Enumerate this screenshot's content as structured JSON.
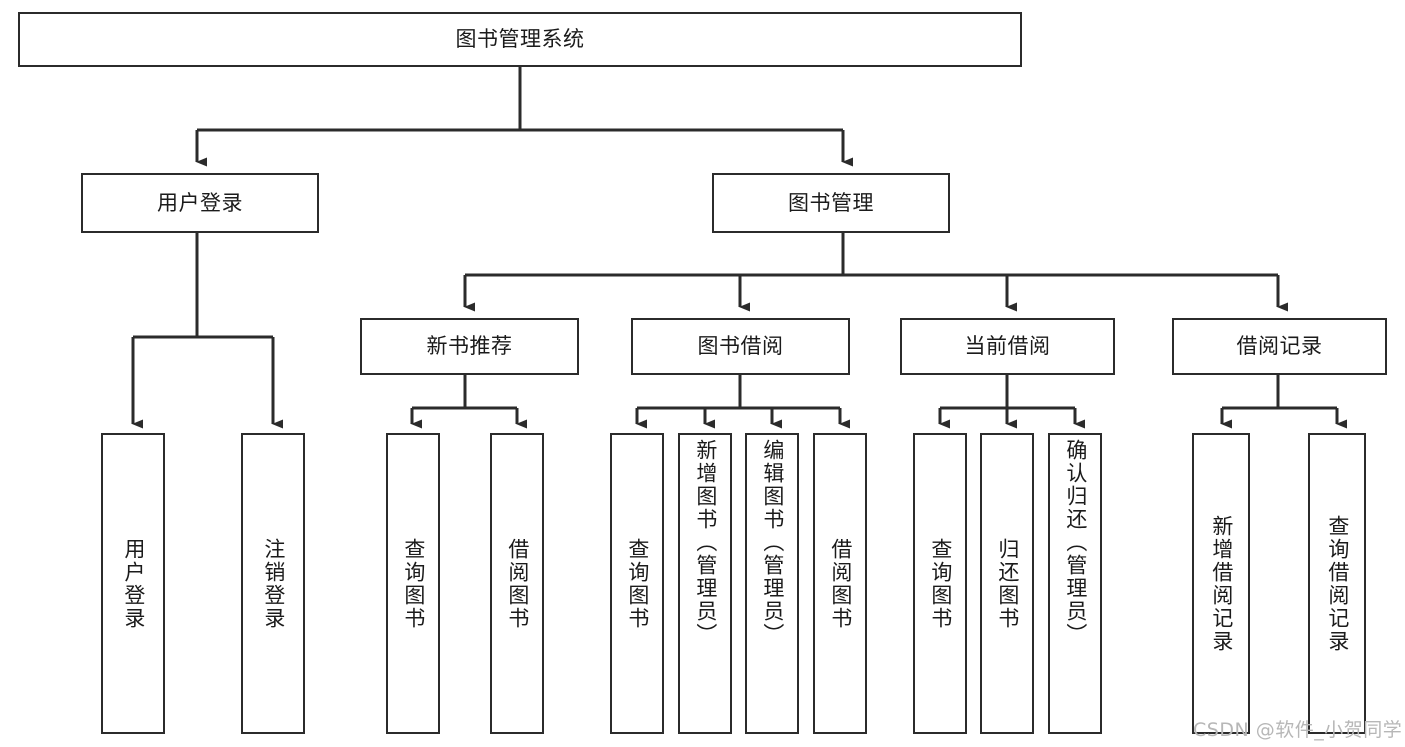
{
  "diagram": {
    "title": "图书管理系统",
    "type": "hierarchy-tree",
    "root": {
      "id": "root",
      "label": "图书管理系统"
    },
    "level2": [
      {
        "id": "user-login",
        "label": "用户登录"
      },
      {
        "id": "book-manage",
        "label": "图书管理"
      }
    ],
    "level3": [
      {
        "id": "new-book-rec",
        "label": "新书推荐",
        "parent": "book-manage"
      },
      {
        "id": "book-borrow",
        "label": "图书借阅",
        "parent": "book-manage"
      },
      {
        "id": "current-borrow",
        "label": "当前借阅",
        "parent": "book-manage"
      },
      {
        "id": "borrow-record",
        "label": "借阅记录",
        "parent": "book-manage"
      }
    ],
    "leaves": [
      {
        "id": "leaf-user-login",
        "label": "用户登录",
        "parent": "user-login"
      },
      {
        "id": "leaf-logout",
        "label": "注销登录",
        "parent": "user-login"
      },
      {
        "id": "leaf-query-book-1",
        "label": "查询图书",
        "parent": "new-book-rec"
      },
      {
        "id": "leaf-borrow-book-1",
        "label": "借阅图书",
        "parent": "new-book-rec"
      },
      {
        "id": "leaf-query-book-2",
        "label": "查询图书",
        "parent": "book-borrow"
      },
      {
        "id": "leaf-add-book",
        "label": "新增图书（管理员）",
        "parent": "book-borrow"
      },
      {
        "id": "leaf-edit-book",
        "label": "编辑图书（管理员）",
        "parent": "book-borrow"
      },
      {
        "id": "leaf-borrow-book-2",
        "label": "借阅图书",
        "parent": "book-borrow"
      },
      {
        "id": "leaf-query-book-3",
        "label": "查询图书",
        "parent": "current-borrow"
      },
      {
        "id": "leaf-return-book",
        "label": "归还图书",
        "parent": "current-borrow"
      },
      {
        "id": "leaf-confirm-return",
        "label": "确认归还（管理员）",
        "parent": "current-borrow"
      },
      {
        "id": "leaf-add-record",
        "label": "新增借阅记录",
        "parent": "borrow-record"
      },
      {
        "id": "leaf-query-record",
        "label": "查询借阅记录",
        "parent": "borrow-record"
      }
    ],
    "colors": {
      "stroke": "#2b2b2b",
      "fill": "#ffffff",
      "text": "#1b1b1b",
      "watermark": "#b7b7b7"
    }
  },
  "watermark": {
    "text": "CSDN @软件_小贺同学"
  }
}
